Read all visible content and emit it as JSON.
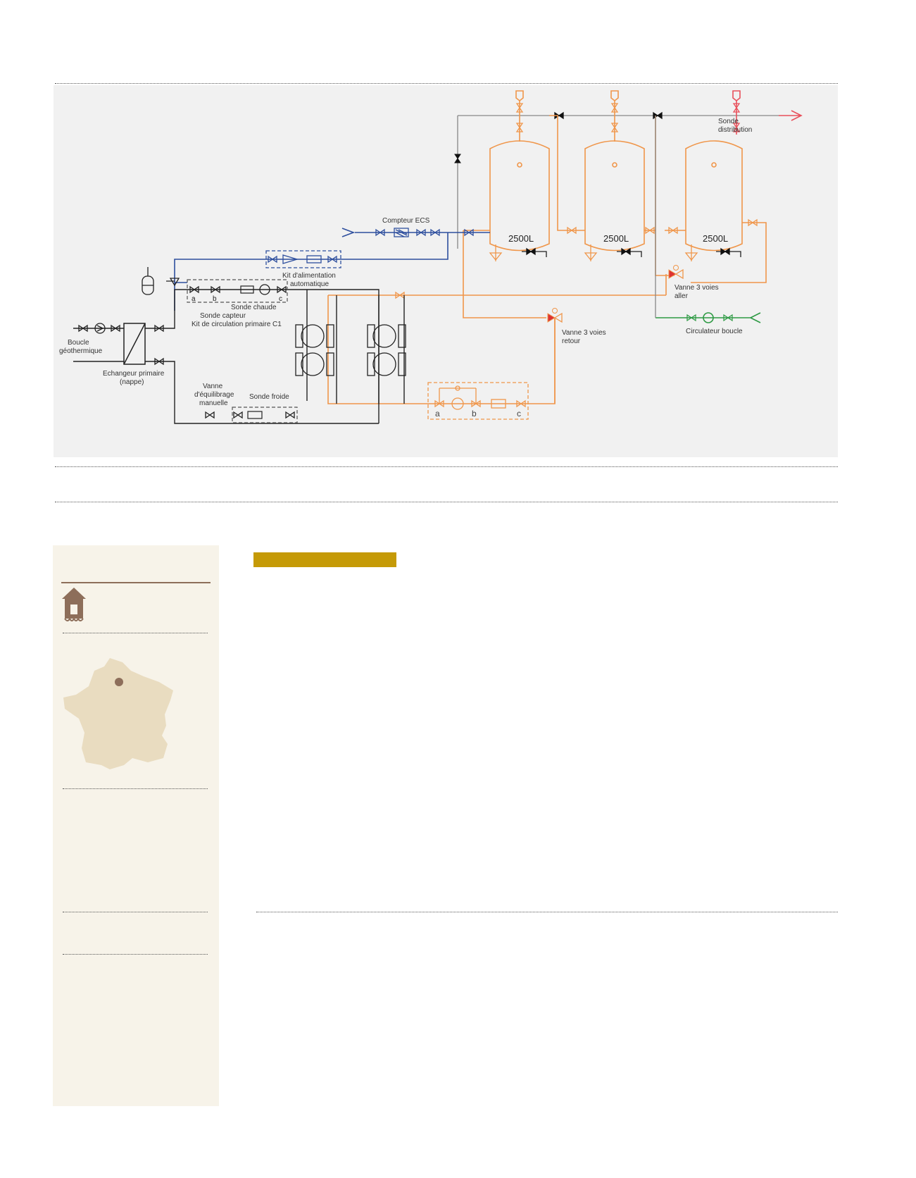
{
  "diagram": {
    "labels": {
      "compteur_ecs": "Compteur ECS",
      "sonde_distribution_1": "Sonde",
      "sonde_distribution_2": "distribution",
      "kit_alimentation_1": "Kit d'alimentation",
      "kit_alimentation_2": "automatique",
      "sonde_chaude": "Sonde chaude",
      "sonde_capteur": "Sonde capteur",
      "kit_circulation": "Kit de circulation primaire C1",
      "boucle_1": "Boucle",
      "boucle_2": "géothermique",
      "echangeur_1": "Echangeur primaire",
      "echangeur_2": "(nappe)",
      "vanne_equil_1": "Vanne",
      "vanne_equil_2": "d'équilibrage",
      "vanne_equil_3": "manuelle",
      "sonde_froide": "Sonde froide",
      "vanne3_aller_1": "Vanne 3 voies",
      "vanne3_aller_2": "aller",
      "vanne3_retour_1": "Vanne 3 voies",
      "vanne3_retour_2": "retour",
      "circulateur_boucle": "Circulateur boucle",
      "kit_a": "a",
      "kit_b": "b",
      "kit_c": "c",
      "c1_a": "a",
      "c1_b": "b",
      "c1_c": "c"
    },
    "tanks": [
      {
        "capacity": "2500L"
      },
      {
        "capacity": "2500L"
      },
      {
        "capacity": "2500L"
      }
    ],
    "colors": {
      "cold_water": "#2e4f9e",
      "hot_loop": "#f0964a",
      "distribution": "#e8505b",
      "green_loop": "#2e9a44",
      "black_pipe": "#222222",
      "grey_pipe": "#888888"
    }
  },
  "sidebar": {
    "icon": "house-icon",
    "map": "france-map-icon",
    "colors": {
      "bg": "#f7f3e9",
      "accent": "#8d6e5a",
      "map_fill": "#e9dcc0"
    }
  },
  "main": {
    "colors": {
      "title_bar": "#c59a07"
    }
  }
}
